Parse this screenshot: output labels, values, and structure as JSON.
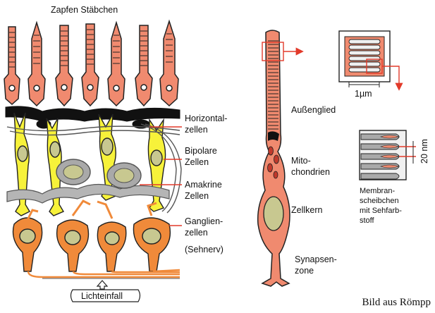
{
  "labels": {
    "top": "Zapfen Stäbchen",
    "horizontal": [
      "Horizontal-",
      "zellen"
    ],
    "bipolar": [
      "Bipolare",
      "Zellen"
    ],
    "amakrine": [
      "Amakrine",
      "Zellen"
    ],
    "ganglien": [
      "Ganglien-",
      "zellen"
    ],
    "sehnerv": "(Sehnerv)",
    "lichteinfall": "Lichteinfall",
    "aussenglied": "Außenglied",
    "mito": [
      "Mito-",
      "chondrien"
    ],
    "zellkern": "Zellkern",
    "synapsen": [
      "Synapsen-",
      "zone"
    ],
    "scale_1um": "1µm",
    "scale_20nm": "20 nm",
    "membran": [
      "Membran-",
      "scheibchen",
      "mit Sehfarb-",
      "stoff"
    ]
  },
  "credit": "Bild aus Römpp",
  "colors": {
    "photoreceptor": "#f08a6f",
    "bipolar": "#f7f23a",
    "ganglion": "#f08a3a",
    "amacrine": "#a9a9a9",
    "nucleus": "#c8c890",
    "pointer": "#e23a2a",
    "outline": "#222222"
  }
}
